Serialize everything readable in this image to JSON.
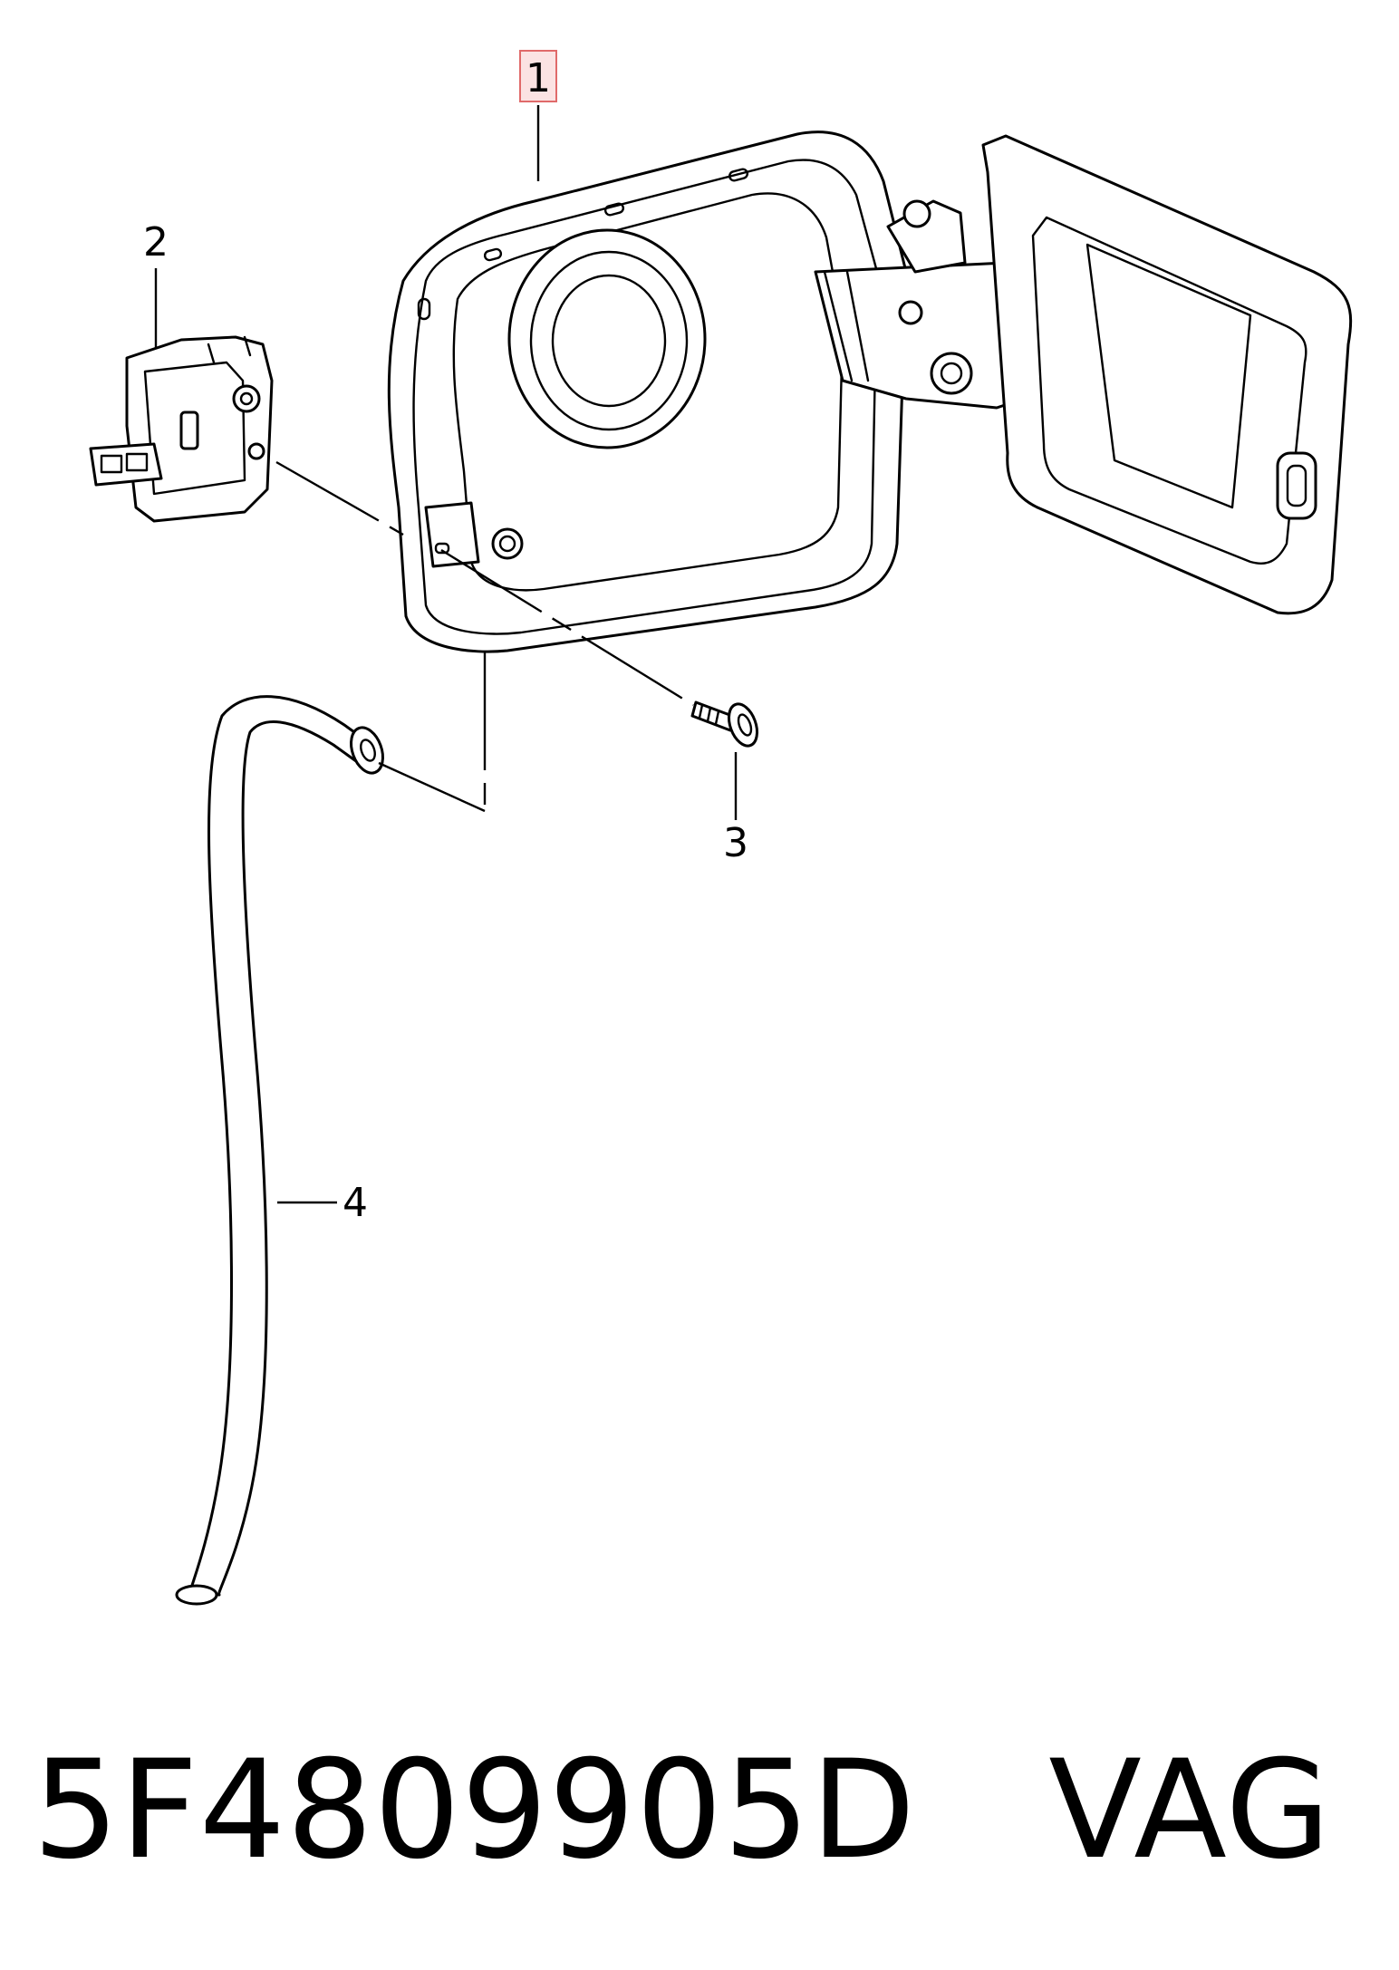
{
  "callouts": [
    {
      "id": "1",
      "label": "1",
      "highlighted": true
    },
    {
      "id": "2",
      "label": "2"
    },
    {
      "id": "3",
      "label": "3"
    },
    {
      "id": "4",
      "label": "4"
    }
  ],
  "footer": {
    "part_number": "5F4809905D",
    "brand": "VAG",
    "text": "5F4809905D   VAG"
  },
  "colors": {
    "line": "#000000",
    "background": "#ffffff",
    "highlight_fill": "#fbe3e3",
    "highlight_stroke": "#e06a6a"
  }
}
